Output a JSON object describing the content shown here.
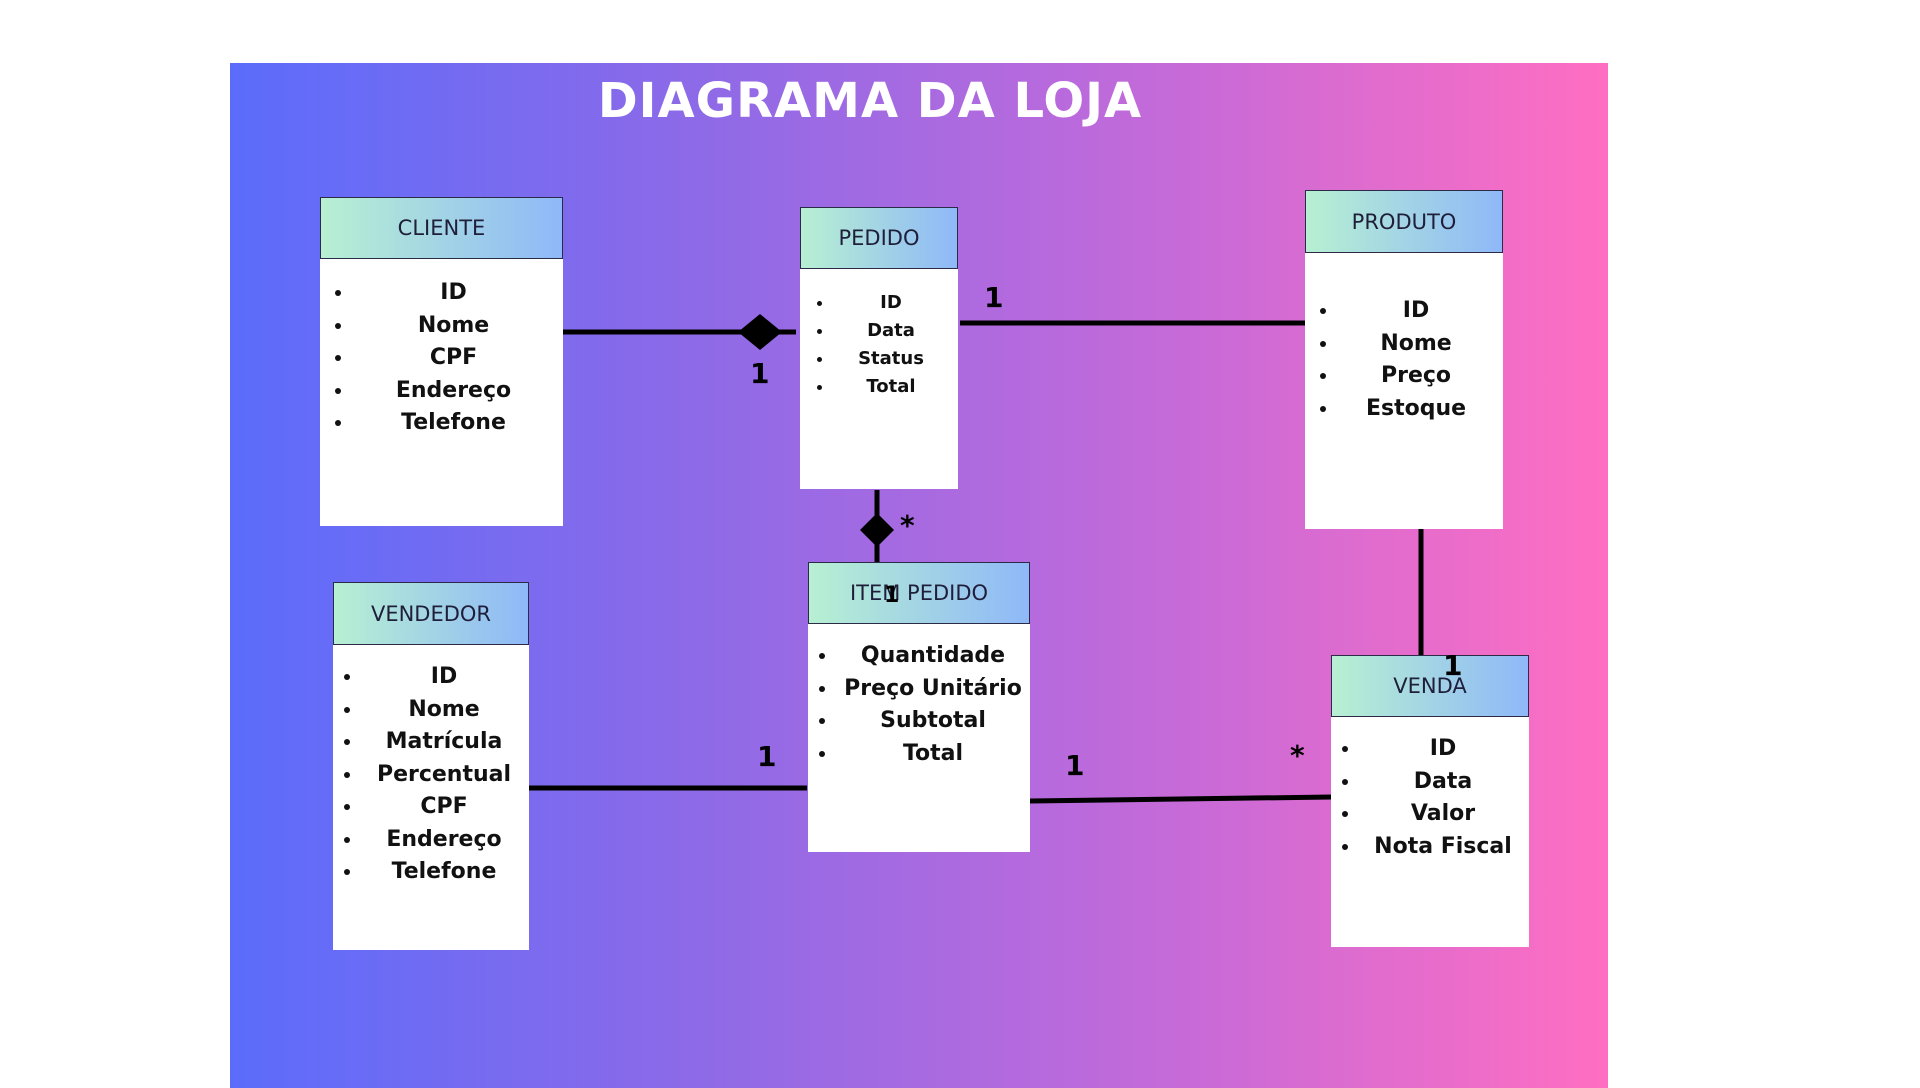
{
  "title": "DIAGRAMA DA LOJA",
  "entities": {
    "cliente": {
      "name": "CLIENTE",
      "attributes": [
        "ID",
        "Nome",
        "CPF",
        "Endereço",
        "Telefone"
      ]
    },
    "pedido": {
      "name": "PEDIDO",
      "attributes": [
        "ID",
        "Data",
        "Status",
        "Total"
      ]
    },
    "produto": {
      "name": "PRODUTO",
      "attributes": [
        "ID",
        "Nome",
        "Preço",
        "Estoque"
      ]
    },
    "vendedor": {
      "name": "VENDEDOR",
      "attributes": [
        "ID",
        "Nome",
        "Matrícula",
        "Percentual",
        "CPF",
        "Endereço",
        "Telefone"
      ]
    },
    "item_pedido": {
      "name": "ITEM PEDIDO",
      "attributes": [
        "Quantidade",
        "Preço Unitário",
        "Subtotal",
        "Total"
      ]
    },
    "venda": {
      "name": "VENDA",
      "attributes": [
        "ID",
        "Data",
        "Valor",
        "Nota Fiscal"
      ]
    }
  },
  "relationships": [
    {
      "from": "CLIENTE",
      "to": "PEDIDO",
      "cardinality": "1"
    },
    {
      "from": "PEDIDO",
      "to": "PRODUTO",
      "cardinality": "1"
    },
    {
      "from": "PEDIDO",
      "to": "ITEM PEDIDO",
      "cardinality_from": "*",
      "cardinality_to": "1"
    },
    {
      "from": "PRODUTO",
      "to": "VENDA",
      "cardinality": "1"
    },
    {
      "from": "VENDEDOR",
      "to": "ITEM PEDIDO",
      "cardinality": "1"
    },
    {
      "from": "ITEM PEDIDO",
      "to": "VENDA",
      "cardinality_from": "1",
      "cardinality_to": "*"
    }
  ]
}
